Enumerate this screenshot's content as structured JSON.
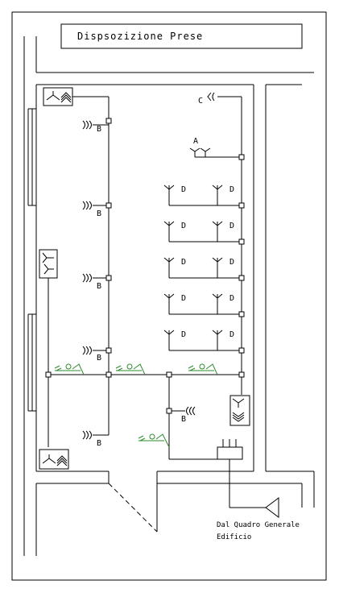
{
  "title": "Dispsozizione Prese",
  "labels": {
    "b": "B",
    "a": "A",
    "c": "C",
    "d": "D"
  },
  "note_line1": "Dal Quadro Generale",
  "note_line2": "Edificio"
}
